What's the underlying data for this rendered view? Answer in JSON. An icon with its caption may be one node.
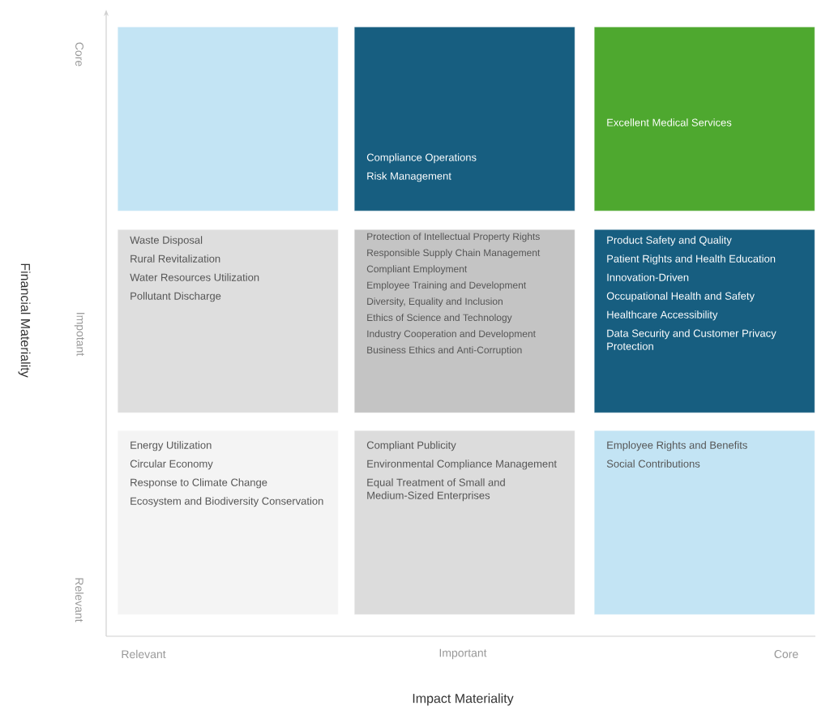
{
  "diagram": {
    "nodes": [
      {
        "text": [],
        "shape": "box"
      },
      {
        "text": [
          "Compliance Operations",
          "Risk Management"
        ]
      },
      {
        "text": [
          "Excellent Medical Services"
        ]
      },
      {
        "text": [
          "Waste Disposal",
          "Rural Revitalization",
          "Water Resources Utilization",
          "Pollutant Discharge"
        ]
      },
      {
        "text": [
          "Protection of Intellectual Property Rights",
          "Responsible Supply Chain Management",
          "Compliant Employment",
          "Employee Training and Development",
          "Diversity, Equality and Inclusion",
          "Ethics of Science and Technology",
          "Industry Cooperation and Development",
          "Business Ethics and Anti-Corruption"
        ]
      },
      {
        "text": [
          "Product Safety and Quality",
          "Patient Rights and Health Education",
          "Innovation-Driven",
          "Occupational Health and Safety",
          "Healthcare Accessibility",
          "Data Security and Customer Privacy Protection"
        ]
      },
      {
        "text": [
          "Energy Utilization",
          "Circular Economy",
          "Response to Climate Change",
          "Ecosystem and Biodiversity Conservation"
        ]
      },
      {
        "text": [
          "Compliant Publicity",
          "Environmental Compliance Management",
          "Equal Treatment of Small and Medium-Sized Enterprises"
        ]
      },
      {
        "text": [
          "Employee Rights and Benefits",
          "Social Contributions"
        ]
      }
    ],
    "labels": [
      "Core",
      "Impotant",
      "Relevant",
      "Financial Materiality",
      "Relevant",
      "Important",
      "Core",
      "Impact Materiality"
    ]
  }
}
